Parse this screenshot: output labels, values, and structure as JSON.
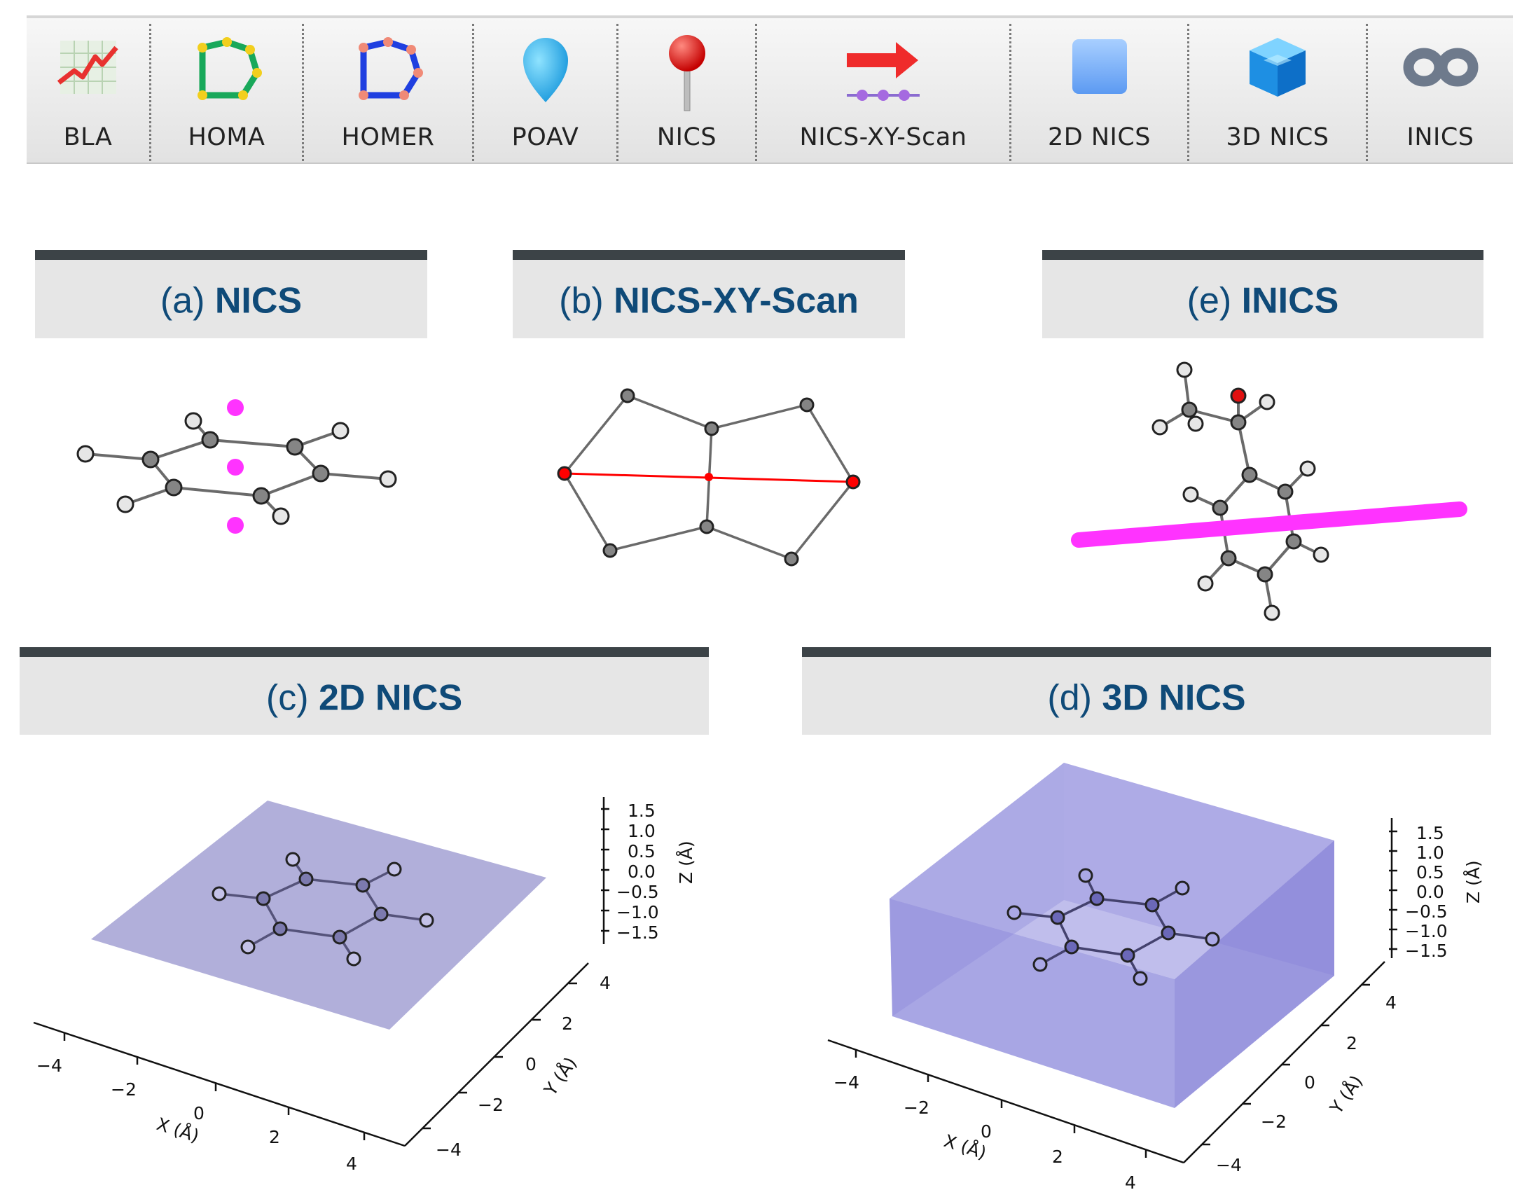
{
  "toolbar": {
    "items": [
      {
        "label": "BLA",
        "icon": "line-chart-icon"
      },
      {
        "label": "HOMA",
        "icon": "pentagon-green-icon"
      },
      {
        "label": "HOMER",
        "icon": "pentagon-blue-icon"
      },
      {
        "label": "POAV",
        "icon": "droplet-icon"
      },
      {
        "label": "NICS",
        "icon": "pushpin-icon"
      },
      {
        "label": "NICS-XY-Scan",
        "icon": "arrow-scan-icon"
      },
      {
        "label": "2D NICS",
        "icon": "square-plane-icon"
      },
      {
        "label": "3D NICS",
        "icon": "cube-icon"
      },
      {
        "label": "INICS",
        "icon": "infinity-icon"
      }
    ]
  },
  "panels": {
    "a": {
      "prefix": "(a)",
      "name": "NICS"
    },
    "b": {
      "prefix": "(b)",
      "name": "NICS-XY-Scan"
    },
    "e": {
      "prefix": "(e)",
      "name": "INICS"
    },
    "c": {
      "prefix": "(c)",
      "name": "2D NICS"
    },
    "d": {
      "prefix": "(d)",
      "name": "3D NICS"
    }
  },
  "plot_2d": {
    "x_label": "X (Å)",
    "y_label": "Y (Å)",
    "z_label": "Z (Å)",
    "x_ticks": [
      "−4",
      "−2",
      "0",
      "2",
      "4"
    ],
    "y_ticks": [
      "−4",
      "−2",
      "0",
      "2",
      "4"
    ],
    "z_ticks": [
      "1.5",
      "1.0",
      "0.5",
      "0.0",
      "−0.5",
      "−1.0",
      "−1.5"
    ]
  },
  "plot_3d": {
    "x_label": "X (Å)",
    "y_label": "Y (Å)",
    "z_label": "Z (Å)",
    "x_ticks": [
      "−4",
      "−2",
      "0",
      "2",
      "4"
    ],
    "y_ticks": [
      "−4",
      "−2",
      "0",
      "2",
      "4"
    ],
    "z_ticks": [
      "1.5",
      "1.0",
      "0.5",
      "0.0",
      "−0.5",
      "−1.0",
      "−1.5"
    ]
  },
  "colors": {
    "header_bar": "#3c4347",
    "header_bg": "#e6e6e6",
    "header_text": "#0f4a78",
    "ghost_atom": "#ff33ff",
    "scan_line": "#ff0000",
    "plane": "#a9a6d6"
  }
}
